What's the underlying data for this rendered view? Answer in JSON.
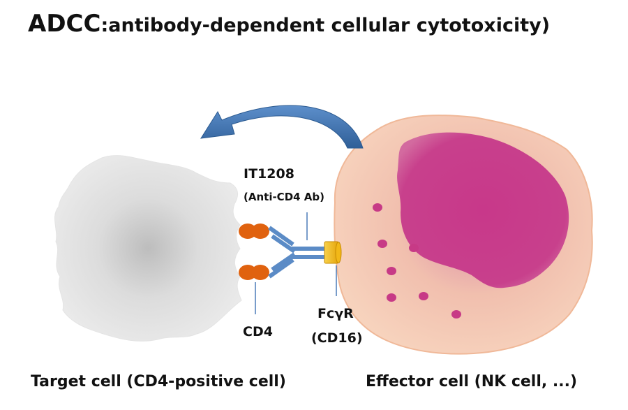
{
  "title": {
    "main": "ADCC",
    "sub": ":antibody-dependent cellular cytotoxicity)"
  },
  "labels": {
    "antibody_name": "IT1208",
    "antibody_desc": "(Anti-CD4 Ab)",
    "cd4": "CD4",
    "fcgr": "FcγR",
    "cd16": "(CD16)"
  },
  "captions": {
    "target": "Target cell (CD4-positive cell)",
    "effector": "Effector cell (NK cell, ...)"
  },
  "colors": {
    "target_cell": "#d4d4d4",
    "effector_cell": "#f4c9b0",
    "nucleus": "#c8388a",
    "cd4_receptor": "#e0620f",
    "antibody": "#5b8bc6",
    "fc_receptor": "#f2b818",
    "arrow": "#3f70aa"
  }
}
